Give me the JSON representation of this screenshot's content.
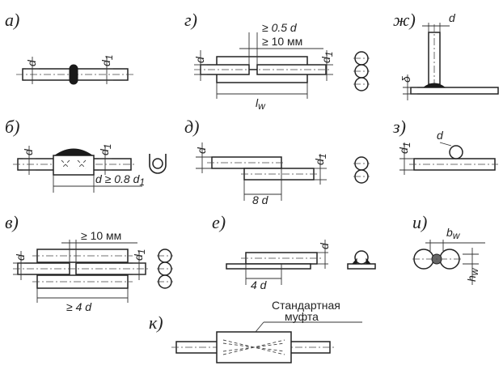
{
  "labels": {
    "a": "а)",
    "g": "г)",
    "zh": "ж)",
    "b": "б)",
    "d_": "д)",
    "z": "з)",
    "v": "в)",
    "e": "е)",
    "i": "и)",
    "k": "к)"
  },
  "dims": {
    "d": "d",
    "d1": "d",
    "d1_sub": "1",
    "ge05d": "≥ 0.5 d",
    "ge10mm": "≥ 10 мм",
    "lw": "l",
    "lw_sub": "w",
    "delta": "δ",
    "d_ge_08d1": "d ≥ 0.8 d",
    "d_ge_08d1_sub": "1",
    "8d": "8 d",
    "ge4d": "≥ 4 d",
    "4d": "4 d",
    "bw": "b",
    "bw_sub": "w",
    "hw": "h",
    "hw_sub": "w"
  },
  "coupling": {
    "line1": "Стандартная",
    "line2": "муфта"
  }
}
